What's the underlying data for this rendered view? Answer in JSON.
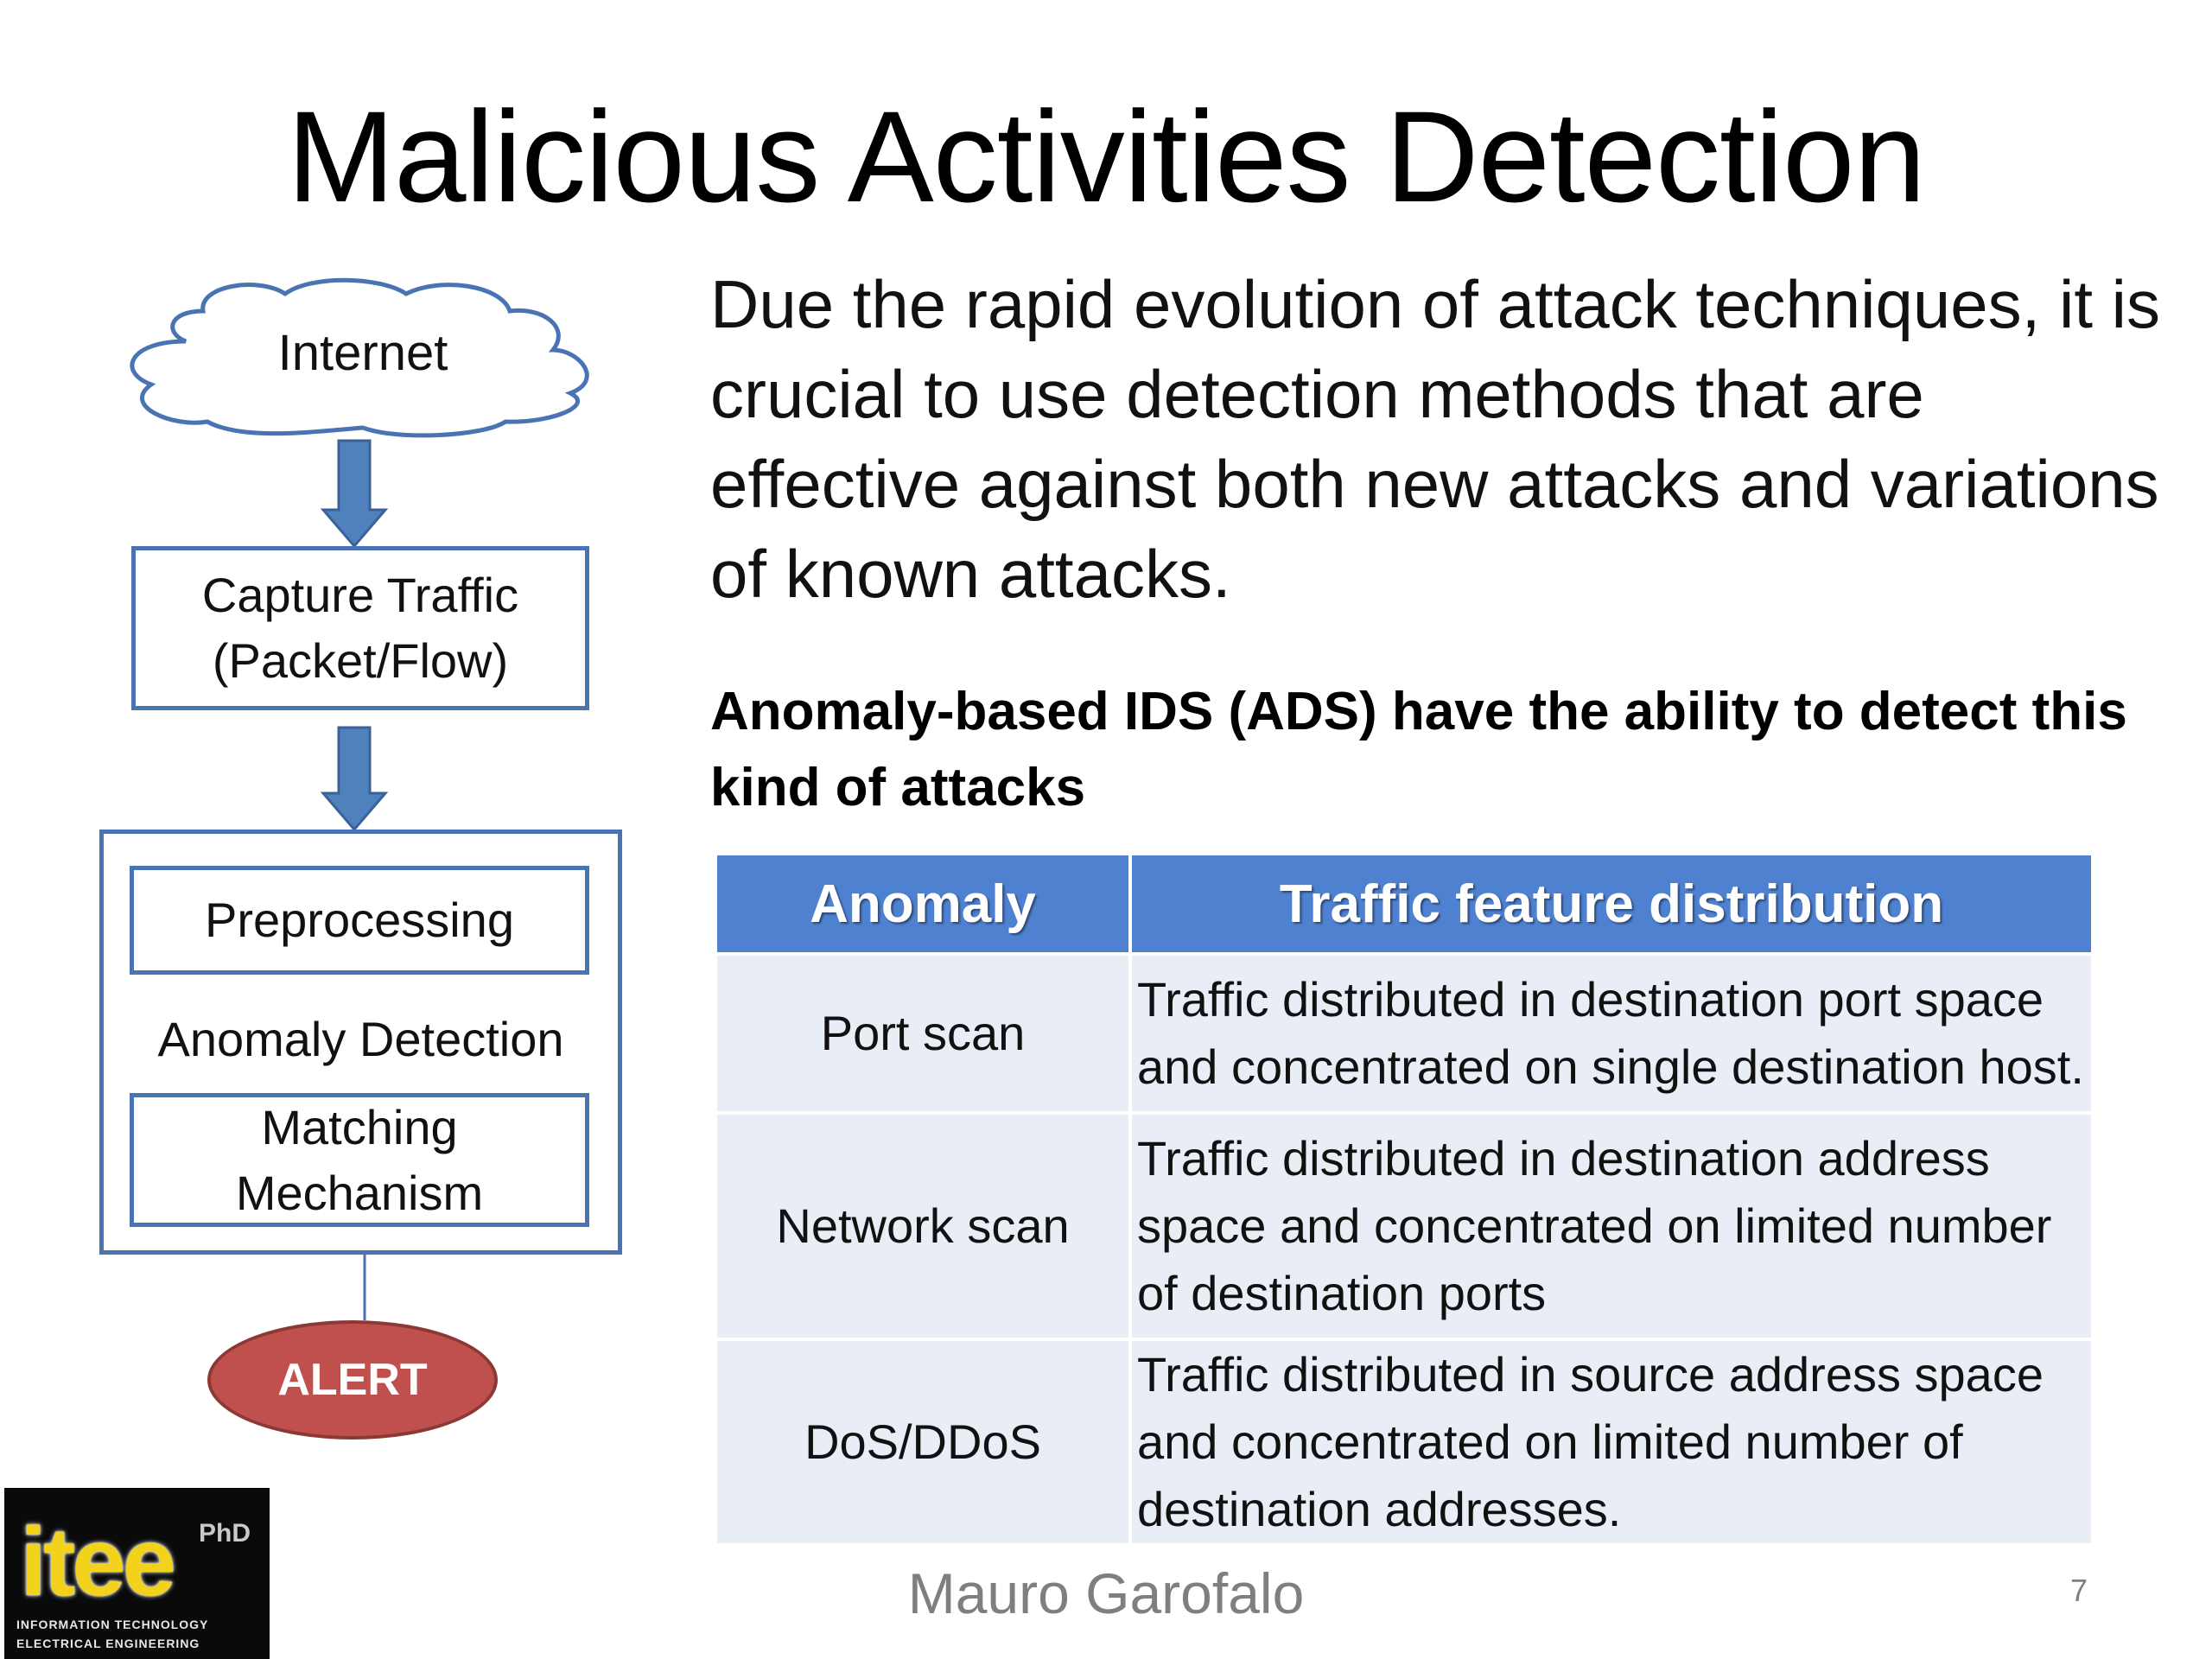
{
  "slide": {
    "title": "Malicious Activities Detection",
    "intro": "Due the rapid evolution of attack techniques, it is crucial to use detection methods that are effective against both new attacks and variations of known attacks.",
    "ads_note": "Anomaly-based IDS (ADS) have the ability to detect this kind of attacks"
  },
  "diagram": {
    "internet": "Internet",
    "capture_line1": "Capture Traffic",
    "capture_line2": "(Packet/Flow)",
    "preprocessing": "Preprocessing",
    "anomaly_detection": "Anomaly Detection",
    "matching_line1": "Matching",
    "matching_line2": "Mechanism",
    "alert": "ALERT"
  },
  "table": {
    "headers": [
      "Anomaly",
      "Traffic feature distribution"
    ],
    "rows": [
      {
        "anomaly": "Port scan",
        "distribution": "Traffic distributed in destination port space and concentrated on single destination host."
      },
      {
        "anomaly": "Network scan",
        "distribution": "Traffic distributed in destination address space and concentrated on limited number of destination ports"
      },
      {
        "anomaly": "DoS/DDoS",
        "distribution": "Traffic distributed in source address space and concentrated on limited number of destination addresses."
      }
    ]
  },
  "footer": {
    "author": "Mauro Garofalo",
    "page": "7"
  },
  "logo": {
    "text": "itee",
    "degree": "PhD",
    "line1": "INFORMATION TECHNOLOGY",
    "line2": "ELECTRICAL ENGINEERING"
  },
  "colors": {
    "box_border": "#4a73b4",
    "arrow": "#4f81bd",
    "header_bg": "#4f81d1",
    "cell_bg": "#e9edf5",
    "alert": "#c0504d",
    "logo_yellow": "#f2d21b"
  }
}
